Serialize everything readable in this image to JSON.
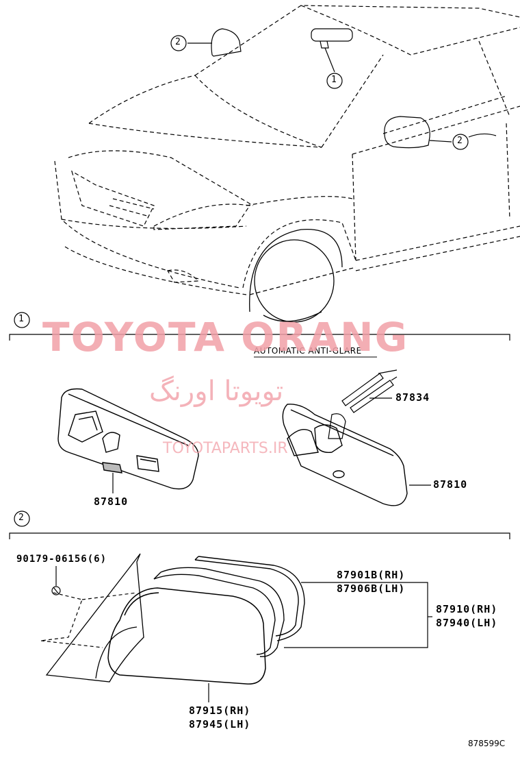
{
  "callout_one": "1",
  "callout_two": "2",
  "section_one_label": "1",
  "section_two_label": "2",
  "note_auto_anti_glare": "AUTOMATIC ANTI-GLARE",
  "parts": {
    "p87834": "87834",
    "p87810_left": "87810",
    "p87810_right": "87810",
    "bolt": "90179-06156(6)",
    "p87901b": "87901B(RH)",
    "p87906b": "87906B(LH)",
    "p87910": "87910(RH)",
    "p87940": "87940(LH)",
    "p87915": "87915(RH)",
    "p87945": "87945(LH)"
  },
  "drawing_code": "878599C",
  "watermark": {
    "main": "TOYOTA ORANG",
    "arabic": "تويوتا اورنگ",
    "site": "TOYOTAPARTS.IR",
    "color": "#f2a0a8"
  }
}
